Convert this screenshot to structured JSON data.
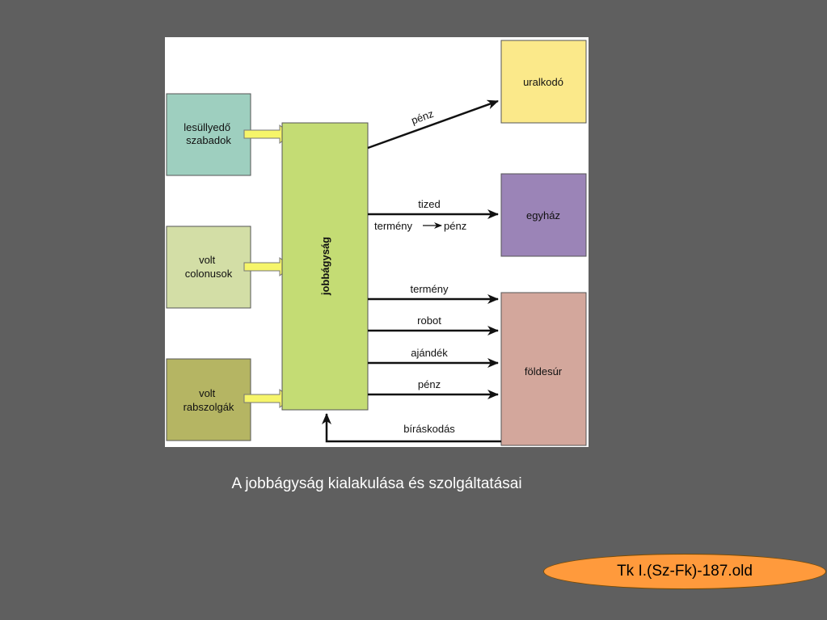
{
  "diagram": {
    "sources": {
      "lesullyedo": [
        "lesüllyedő",
        "szabadok"
      ],
      "colonusok": [
        "volt",
        "colonusok"
      ],
      "rabszolgak": [
        "volt",
        "rabszolgák"
      ]
    },
    "center": "jobbágyság",
    "targets": {
      "uralkodo": "uralkodó",
      "egyhaz": "egyház",
      "foldesur": "földesúr"
    },
    "flows": {
      "penz_uralkodo": "pénz",
      "tized": "tized",
      "termeny_a": "termény",
      "penz_b": "pénz",
      "termeny": "termény",
      "robot": "robot",
      "ajandek": "ajándék",
      "penz_foldesur": "pénz",
      "biraskodas": "bíráskodás"
    },
    "colors": {
      "panel": "#ffffff",
      "center": "#c4dc74",
      "lesullyedo": "#9ecfbf",
      "colonusok": "#d3dea6",
      "rabszolgak": "#b5b563",
      "uralkodo": "#fbe98a",
      "egyhaz": "#9b84b7",
      "foldesur": "#d3a79c",
      "input_arrow": "#f6f56a"
    }
  },
  "caption": "A jobbágyság kialakulása és szolgáltatásai",
  "reference": "Tk I.(Sz-Fk)-187.old"
}
